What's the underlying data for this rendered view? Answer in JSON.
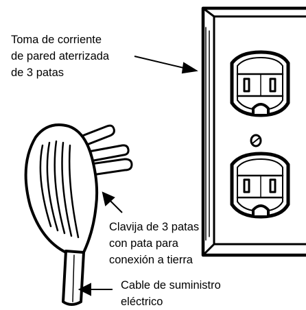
{
  "labels": {
    "outlet": [
      "Toma de corriente",
      "de pared aterrizada",
      "de 3 patas"
    ],
    "plug": [
      "Clavija de 3 patas",
      "con pata para",
      "conexión a tierra"
    ],
    "cable": [
      "Cable de suministro",
      "eléctrico"
    ]
  }
}
